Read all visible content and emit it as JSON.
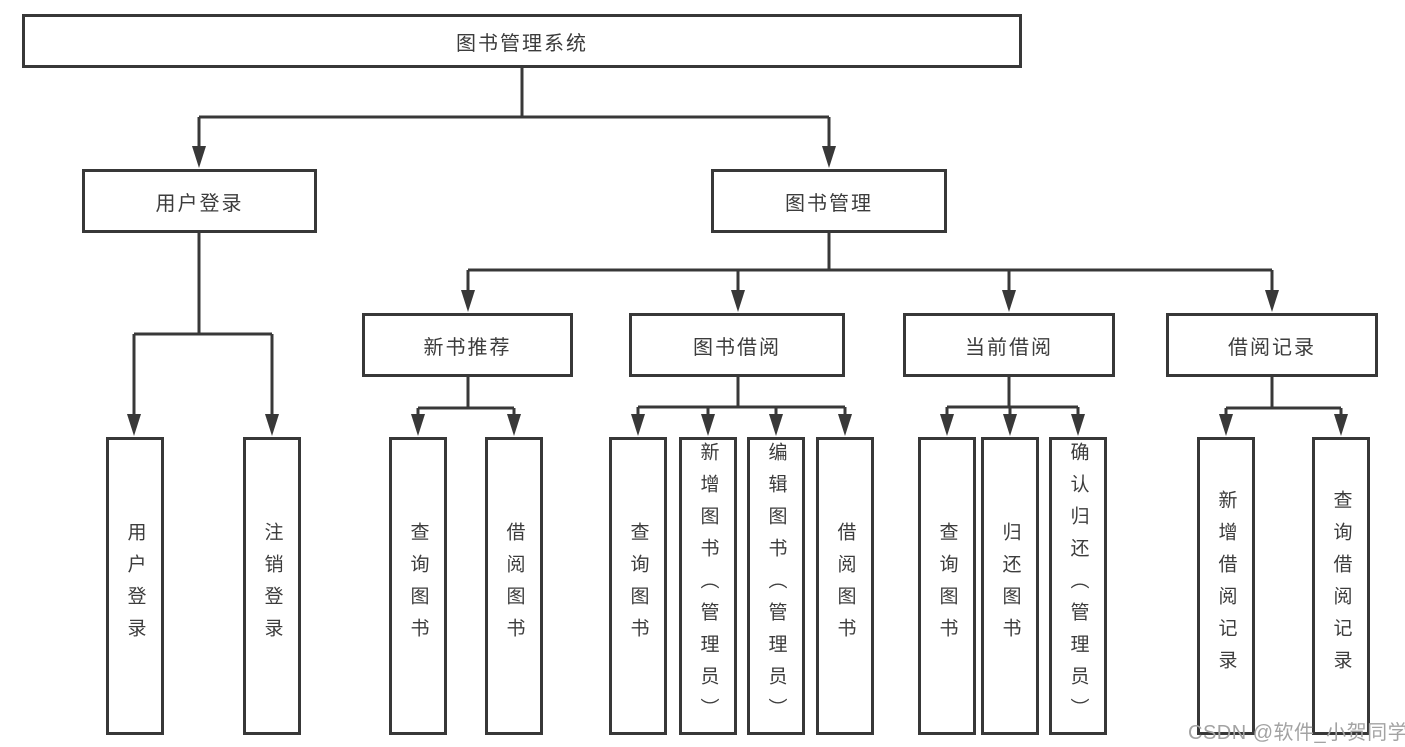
{
  "nodes": {
    "root": "图书管理系统",
    "user_login": "用户登录",
    "book_mgmt": "图书管理",
    "new_book_rec": "新书推荐",
    "book_borrow": "图书借阅",
    "current_borrow": "当前借阅",
    "borrow_records": "借阅记录",
    "leaf_user_login": "用户登录",
    "leaf_logout": "注销登录",
    "nb_query": "查询图书",
    "nb_borrow": "借阅图书",
    "bb_query": "查询图书",
    "bb_add": "新增图书（管理员）",
    "bb_edit": "编辑图书（管理员）",
    "bb_borrow": "借阅图书",
    "cb_query": "查询图书",
    "cb_return": "归还图书",
    "cb_confirm": "确认归还（管理员）",
    "br_add": "新增借阅记录",
    "br_query": "查询借阅记录"
  },
  "structure": {
    "图书管理系统": {
      "用户登录": [
        "用户登录",
        "注销登录"
      ],
      "图书管理": {
        "新书推荐": [
          "查询图书",
          "借阅图书"
        ],
        "图书借阅": [
          "查询图书",
          "新增图书（管理员）",
          "编辑图书（管理员）",
          "借阅图书"
        ],
        "当前借阅": [
          "查询图书",
          "归还图书",
          "确认归还（管理员）"
        ],
        "借阅记录": [
          "新增借阅记录",
          "查询借阅记录"
        ]
      }
    }
  },
  "watermark": "CSDN @软件_小贺同学",
  "colors": {
    "border": "#383838",
    "text": "#3c3c3c",
    "watermark": "#a3a3a3",
    "background": "#ffffff"
  }
}
